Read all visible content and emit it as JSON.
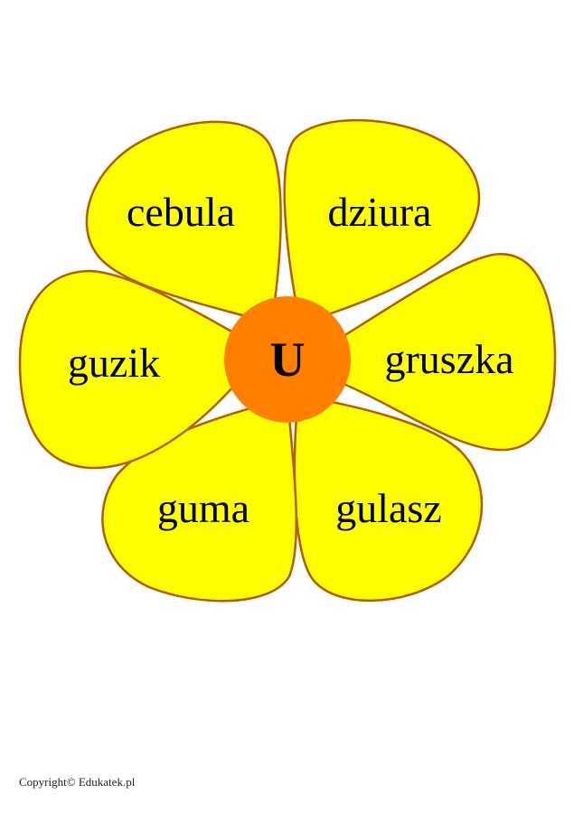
{
  "worksheet": {
    "center": {
      "letter": "U",
      "color": "#ff7f00"
    },
    "petal_fill": "#ffff00",
    "petal_stroke": "#b35c00",
    "petals": [
      {
        "position": "top-left",
        "word": "cebula"
      },
      {
        "position": "top-right",
        "word": "dziura"
      },
      {
        "position": "right",
        "word": "gruszka"
      },
      {
        "position": "bottom-right",
        "word": "gulasz"
      },
      {
        "position": "bottom-left",
        "word": "guma"
      },
      {
        "position": "left",
        "word": "guzik"
      }
    ]
  },
  "footer": {
    "copyright": "Copyright© Edukatek.pl"
  }
}
